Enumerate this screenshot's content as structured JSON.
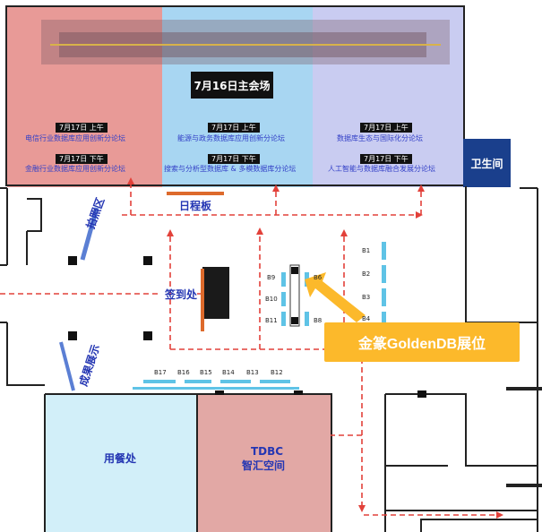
{
  "main_venue": {
    "label": "7月16日主会场"
  },
  "halls": [
    {
      "am_tag": "7月17日 上午",
      "am_forum": "电信行业数据库应用创新分论坛",
      "pm_tag": "7月17日 下午",
      "pm_forum": "金融行业数据库应用创新分论坛",
      "color": "#e89a97"
    },
    {
      "am_tag": "7月17日 上午",
      "am_forum": "能源与政务数据库应用创新分论坛",
      "pm_tag": "7月17日 下午",
      "pm_forum": "搜索与分析型数据库 & 多模数据库分论坛",
      "color": "#a8d6f2"
    },
    {
      "am_tag": "7月17日 上午",
      "am_forum": "数据库生态与国际化分论坛",
      "pm_tag": "7月17日 下午",
      "pm_forum": "人工智能与数据库融合发展分论坛",
      "color": "#c9ccf1"
    }
  ],
  "restroom": "卫生间",
  "labels": {
    "schedule_board": "日程板",
    "photo_area": "拍照区",
    "checkin": "签到处",
    "achievements": "成果展示",
    "dining": "用餐处",
    "tdbc_line1": "TDBC",
    "tdbc_line2": "智汇空间"
  },
  "booths": {
    "right_column": [
      "B1",
      "B2",
      "B3",
      "B4"
    ],
    "island_left": [
      "B9",
      "B10",
      "B11"
    ],
    "island_right": [
      "B6",
      "B8"
    ],
    "bottom_row": [
      "B17",
      "B16",
      "B15",
      "B14",
      "B13",
      "B12"
    ]
  },
  "callout": {
    "label": "金篆GoldenDB展位",
    "color": "#fcb92b"
  },
  "colors": {
    "route": "#e2413a",
    "label": "#2436b3",
    "booth": "#5fc3e6",
    "board": "#dd6a2c"
  }
}
